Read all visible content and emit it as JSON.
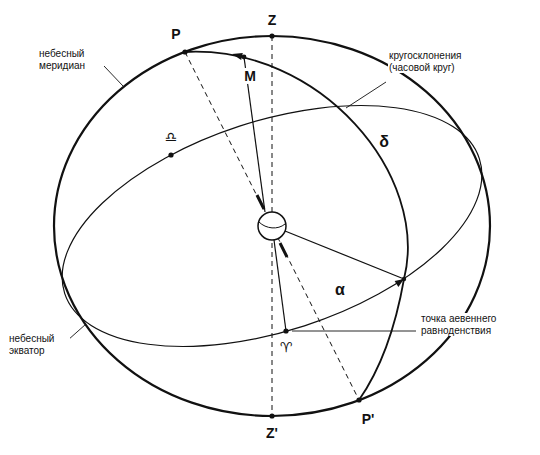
{
  "diagram": {
    "labels": [
      "P",
      "Z",
      "небесный меридиан",
      "M",
      "кругосклонения (часовой круг)",
      "♎",
      "δ",
      "α",
      "♈",
      "точка аевеннего равноденствия",
      "небесный экватор",
      "Z'",
      "P'"
    ]
  }
}
